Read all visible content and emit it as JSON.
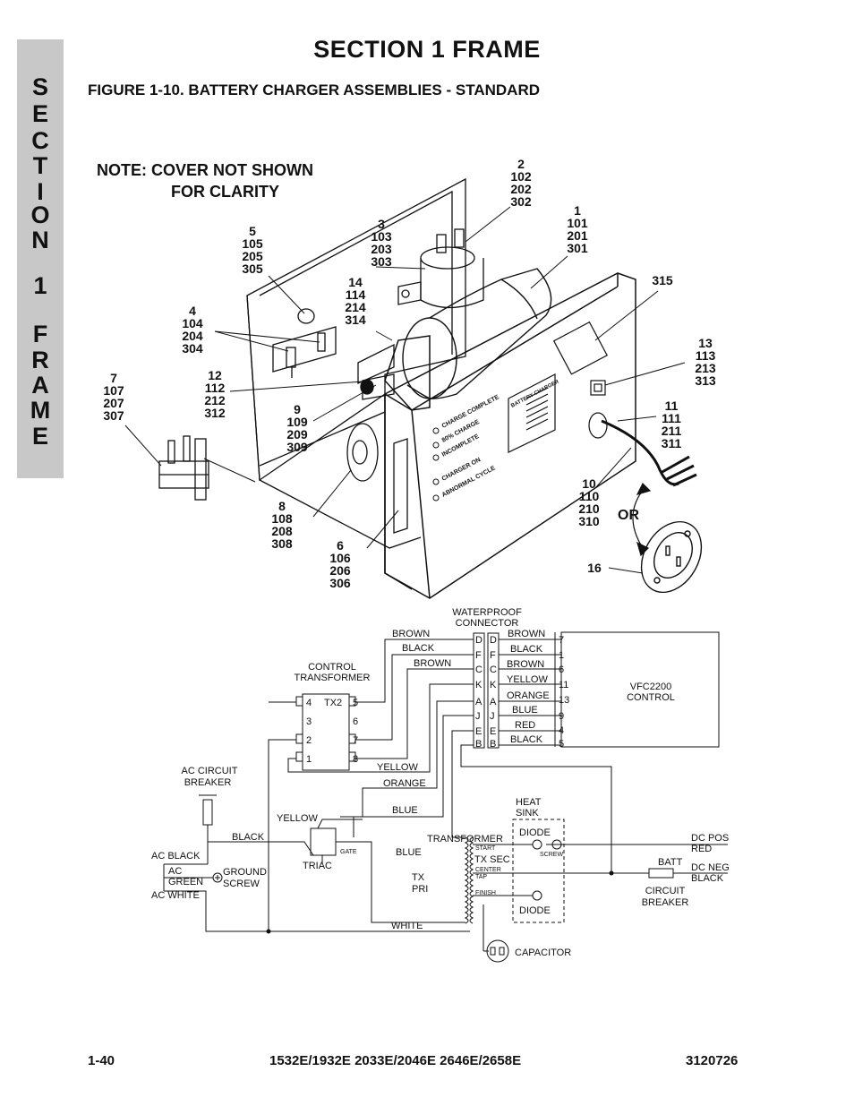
{
  "side_tab": {
    "letters": [
      "S",
      "E",
      "C",
      "T",
      "I",
      "O",
      "N",
      "1",
      "F",
      "R",
      "A",
      "M",
      "E"
    ]
  },
  "header": {
    "section_title": "SECTION 1  FRAME",
    "figure_title": "FIGURE 1-10.  BATTERY CHARGER ASSEMBLIES - STANDARD"
  },
  "note": {
    "line1": "NOTE:   COVER NOT SHOWN",
    "line2": "FOR CLARITY"
  },
  "callouts": {
    "c2": [
      "2",
      "102",
      "202",
      "302"
    ],
    "c3": [
      "3",
      "103",
      "203",
      "303"
    ],
    "c1": [
      "1",
      "101",
      "201",
      "301"
    ],
    "c5": [
      "5",
      "105",
      "205",
      "305"
    ],
    "c14": [
      "14",
      "114",
      "214",
      "314"
    ],
    "c315": [
      "315"
    ],
    "c4": [
      "4",
      "104",
      "204",
      "304"
    ],
    "c13": [
      "13",
      "113",
      "213",
      "313"
    ],
    "c7": [
      "7",
      "107",
      "207",
      "307"
    ],
    "c12": [
      "12",
      "112",
      "212",
      "312"
    ],
    "c9": [
      "9",
      "109",
      "209",
      "309"
    ],
    "c11": [
      "11",
      "111",
      "211",
      "311"
    ],
    "c10": [
      "10",
      "110",
      "210",
      "310"
    ],
    "c8": [
      "8",
      "108",
      "208",
      "308"
    ],
    "c6": [
      "6",
      "106",
      "206",
      "306"
    ],
    "c16": [
      "16"
    ],
    "or": [
      "OR"
    ]
  },
  "panel": {
    "indicators": [
      "CHARGE COMPLETE",
      "80% CHARGE",
      "INCOMPLETE",
      "CHARGER ON",
      "ABNORMAL CYCLE"
    ],
    "decal": "BATTERY CHARGER"
  },
  "schematic": {
    "waterproof_connector": [
      "WATERPROOF",
      "CONNECTOR"
    ],
    "control_transformer": [
      "CONTROL",
      "TRANSFORMER"
    ],
    "tx2": "TX2",
    "tx2_left_pins": [
      "4",
      "3",
      "2",
      "1"
    ],
    "tx2_right_pins": [
      "5",
      "6",
      "7",
      "8"
    ],
    "connector_left": [
      "D",
      "F",
      "C",
      "K",
      "A",
      "J",
      "E",
      "B"
    ],
    "connector_right": [
      "D",
      "F",
      "C",
      "K",
      "A",
      "J",
      "E",
      "B"
    ],
    "wires_left": [
      "BROWN",
      "BLACK",
      "BROWN"
    ],
    "wires_right": [
      "BROWN",
      "BLACK",
      "BROWN",
      "YELLOW",
      "ORANGE",
      "BLUE",
      "RED",
      "BLACK"
    ],
    "vfc_pins": [
      "7",
      "1",
      "6",
      "11",
      "13",
      "9",
      "4",
      "5"
    ],
    "vfc": [
      "VFC2200",
      "CONTROL"
    ],
    "labels": {
      "yellow_tx": "YELLOW",
      "orange_tx": "ORANGE",
      "ac_breaker": [
        "AC CIRCUIT",
        "BREAKER"
      ],
      "yellow_triac": "YELLOW",
      "blue_top": "BLUE",
      "black_mid": "BLACK",
      "heat_sink": [
        "HEAT",
        "SINK"
      ],
      "diode_top": "DIODE",
      "diode_bottom": "DIODE",
      "transformer": "TRANSFORMER",
      "tx_sec": "TX SEC",
      "start": "START",
      "center": "CENTER",
      "tap": "TAP",
      "finish": "FINISH",
      "screw": "SCREW",
      "blue_pri": "BLUE",
      "tx_pri": [
        "TX",
        "PRI"
      ],
      "gate": "GATE",
      "triac": "TRIAC",
      "ac_black": "AC BLACK",
      "ac": "AC",
      "green": "GREEN",
      "ac_white": "AC WHITE",
      "ground_screw": [
        "GROUND",
        "SCREW"
      ],
      "white": "WHITE",
      "dc_pos": "DC POS",
      "red": "RED",
      "dc_neg": "DC NEG",
      "black_neg": "BLACK",
      "batt": "BATT",
      "circuit_breaker": [
        "CIRCUIT",
        "BREAKER"
      ],
      "capacitor": "CAPACITOR"
    }
  },
  "footer": {
    "page": "1-40",
    "models": "1532E/1932E 2033E/2046E 2646E/2658E",
    "doc": "3120726"
  }
}
